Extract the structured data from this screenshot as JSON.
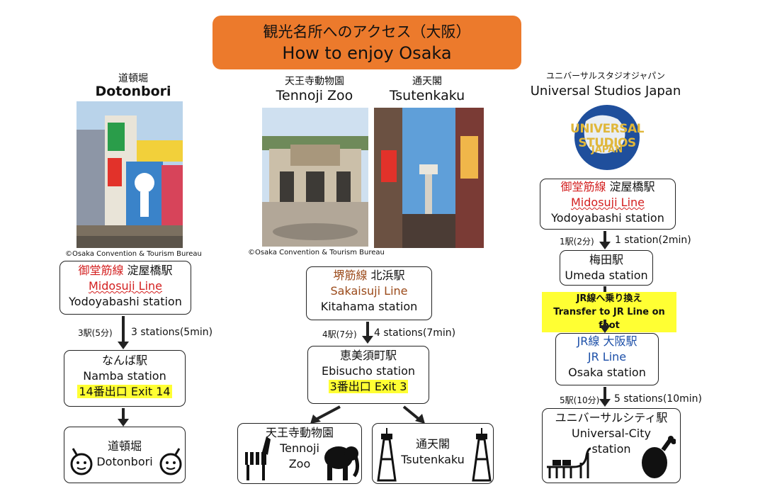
{
  "title": {
    "jp": "観光名所へのアクセス（大阪）",
    "en": "How to enjoy Osaka"
  },
  "dotonbori": {
    "name_jp": "道頓堀",
    "name_en": "Dotonbori",
    "credit": "©Osaka Convention & Tourism Bureau",
    "start": {
      "line_jp": "御堂筋線",
      "station_jp": "淀屋橋駅",
      "line_en": "Midosuji Line",
      "station_en": "Yodoyabashi station"
    },
    "step_jp": "3駅(5分)",
    "step_en": "3 stations(5min)",
    "stop": {
      "station_jp": "なんば駅",
      "station_en": "Namba station",
      "exit": "14番出口 Exit 14"
    },
    "dest": {
      "jp": "道頓堀",
      "en": "Dotonbori"
    }
  },
  "tennoji": {
    "name_jp": "天王寺動物園",
    "name_en": "Tennoji Zoo",
    "credit": "©Osaka Convention & Tourism Bureau",
    "start": {
      "line_jp": "堺筋線",
      "station_jp": "北浜駅",
      "line_en": "Sakaisuji Line",
      "station_en": "Kitahama station"
    },
    "step_jp": "4駅(7分)",
    "step_en": "4 stations(7min)",
    "stop": {
      "station_jp": "恵美須町駅",
      "station_en": "Ebisucho station",
      "exit": "3番出口 Exit 3"
    },
    "dest_zoo": {
      "jp": "天王寺動物園",
      "en1": "Tennoji",
      "en2": "Zoo"
    },
    "dest_tower": {
      "jp": "通天閣",
      "en": "Tsutenkaku"
    }
  },
  "tsutenkaku": {
    "name_jp": "通天閣",
    "name_en": "Tsutenkaku"
  },
  "usj": {
    "name_jp": "ユニバーサルスタジオジャパン",
    "name_en": "Universal Studios Japan",
    "logo_text1": "UNIVERSAL STUDIOS",
    "logo_text2": "JAPAN",
    "start": {
      "line_jp": "御堂筋線",
      "station_jp": "淀屋橋駅",
      "line_en": "Midosuji Line",
      "station_en": "Yodoyabashi station"
    },
    "step1_jp": "1駅(2分)",
    "step1_en": "1 station(2min)",
    "umeda": {
      "jp": "梅田駅",
      "en": "Umeda station"
    },
    "transfer_jp": "JR線へ乗り換え",
    "transfer_en": "Transfer to JR Line on foot",
    "osaka": {
      "line_jp": "JR線",
      "station_jp": "大阪駅",
      "line_en": "JR Line",
      "station_en": "Osaka station"
    },
    "step2_jp": "5駅(10分)",
    "step2_en": "5 stations(10min)",
    "dest": {
      "jp": "ユニバーサルシティ駅",
      "en1": "Universal-City",
      "en2": "station"
    }
  },
  "colors": {
    "title_bg": "#ec7a2c",
    "midosuji": "#d31f1f",
    "sakaisuji": "#9b4a1a",
    "jr": "#1c4fa8",
    "highlight": "#ffff33"
  }
}
